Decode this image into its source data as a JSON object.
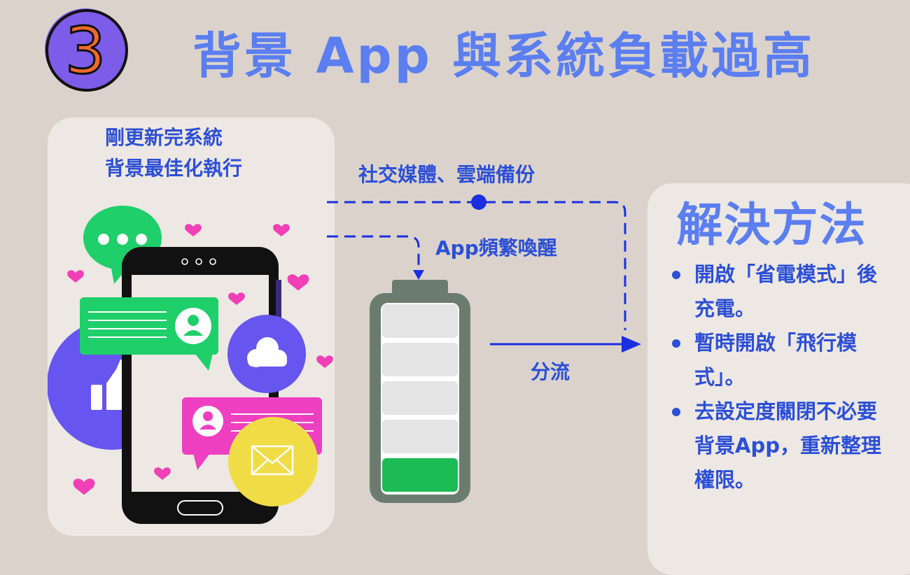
{
  "header": {
    "step_number": "3",
    "title": "背景 App 與系統負載過高"
  },
  "left_panel": {
    "caption_line1": "剛更新完系統",
    "caption_line2": "背景最佳化執行"
  },
  "flow": {
    "label_social": "社交媒體、雲端備份",
    "label_wake": "App頻繁喚醒",
    "label_split": "分流"
  },
  "solution": {
    "title": "解決方法",
    "items": [
      "開啟「省電模式」後充電。",
      "暫時開啟「飛行模式」。",
      "去設定度關閉不必要背景App，重新整理權限。"
    ]
  },
  "colors": {
    "background": "#dbd3cb",
    "panel": "#ede8e3",
    "title_blue": "#5b7ef0",
    "text_blue": "#2c4fd6",
    "arrow_blue": "#1a2fe0",
    "battery_body": "#6b7c6e",
    "battery_fill": "#1dbb55",
    "badge_purple": "#7c5ce8",
    "heart_pink": "#f13fb6"
  },
  "battery": {
    "charge_level_segments": 1,
    "total_segments": 5
  }
}
